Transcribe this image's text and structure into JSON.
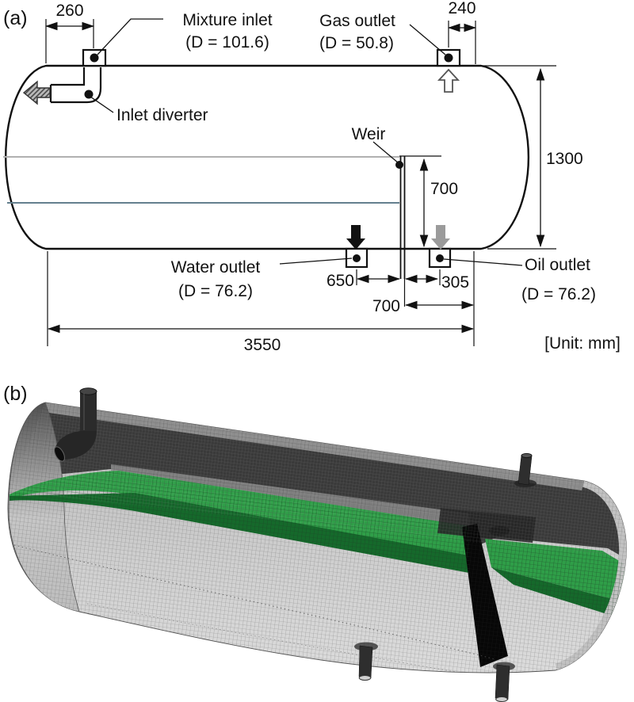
{
  "figure": {
    "panel_a": {
      "label": "(a)",
      "unit_note": "[Unit: mm]",
      "components": {
        "mixture_inlet": {
          "name": "Mixture inlet",
          "diameter": "(D = 101.6)"
        },
        "gas_outlet": {
          "name": "Gas outlet",
          "diameter": "(D = 50.8)"
        },
        "inlet_diverter": {
          "name": "Inlet diverter"
        },
        "weir": {
          "name": "Weir"
        },
        "water_outlet": {
          "name": "Water outlet",
          "diameter": "(D = 76.2)"
        },
        "oil_outlet": {
          "name": "Oil outlet",
          "diameter": "(D = 76.2)"
        }
      },
      "dimensions": {
        "inlet_offset_from_left_tangent": "260",
        "gas_outlet_offset_from_right_tangent": "240",
        "vessel_inner_diameter": "1300",
        "weir_height": "700",
        "water_outlet_to_weir": "650",
        "weir_to_oil_outlet": "305",
        "weir_to_right_tangent": "700",
        "vessel_length": "3550"
      }
    },
    "panel_b": {
      "label": "(b)"
    },
    "colors": {
      "line_black": "#111111",
      "oil_level_line_gray": "#b0b0b0",
      "water_level_line_blue": "#64808e",
      "oil_arrow_gray": "#9b9b9b",
      "mesh_shell_light": "#c9c9c9",
      "mesh_interior_dark": "#3a3a3a",
      "free_surface_green": "#2f9e48",
      "free_surface_green_dark": "#15692b"
    }
  }
}
